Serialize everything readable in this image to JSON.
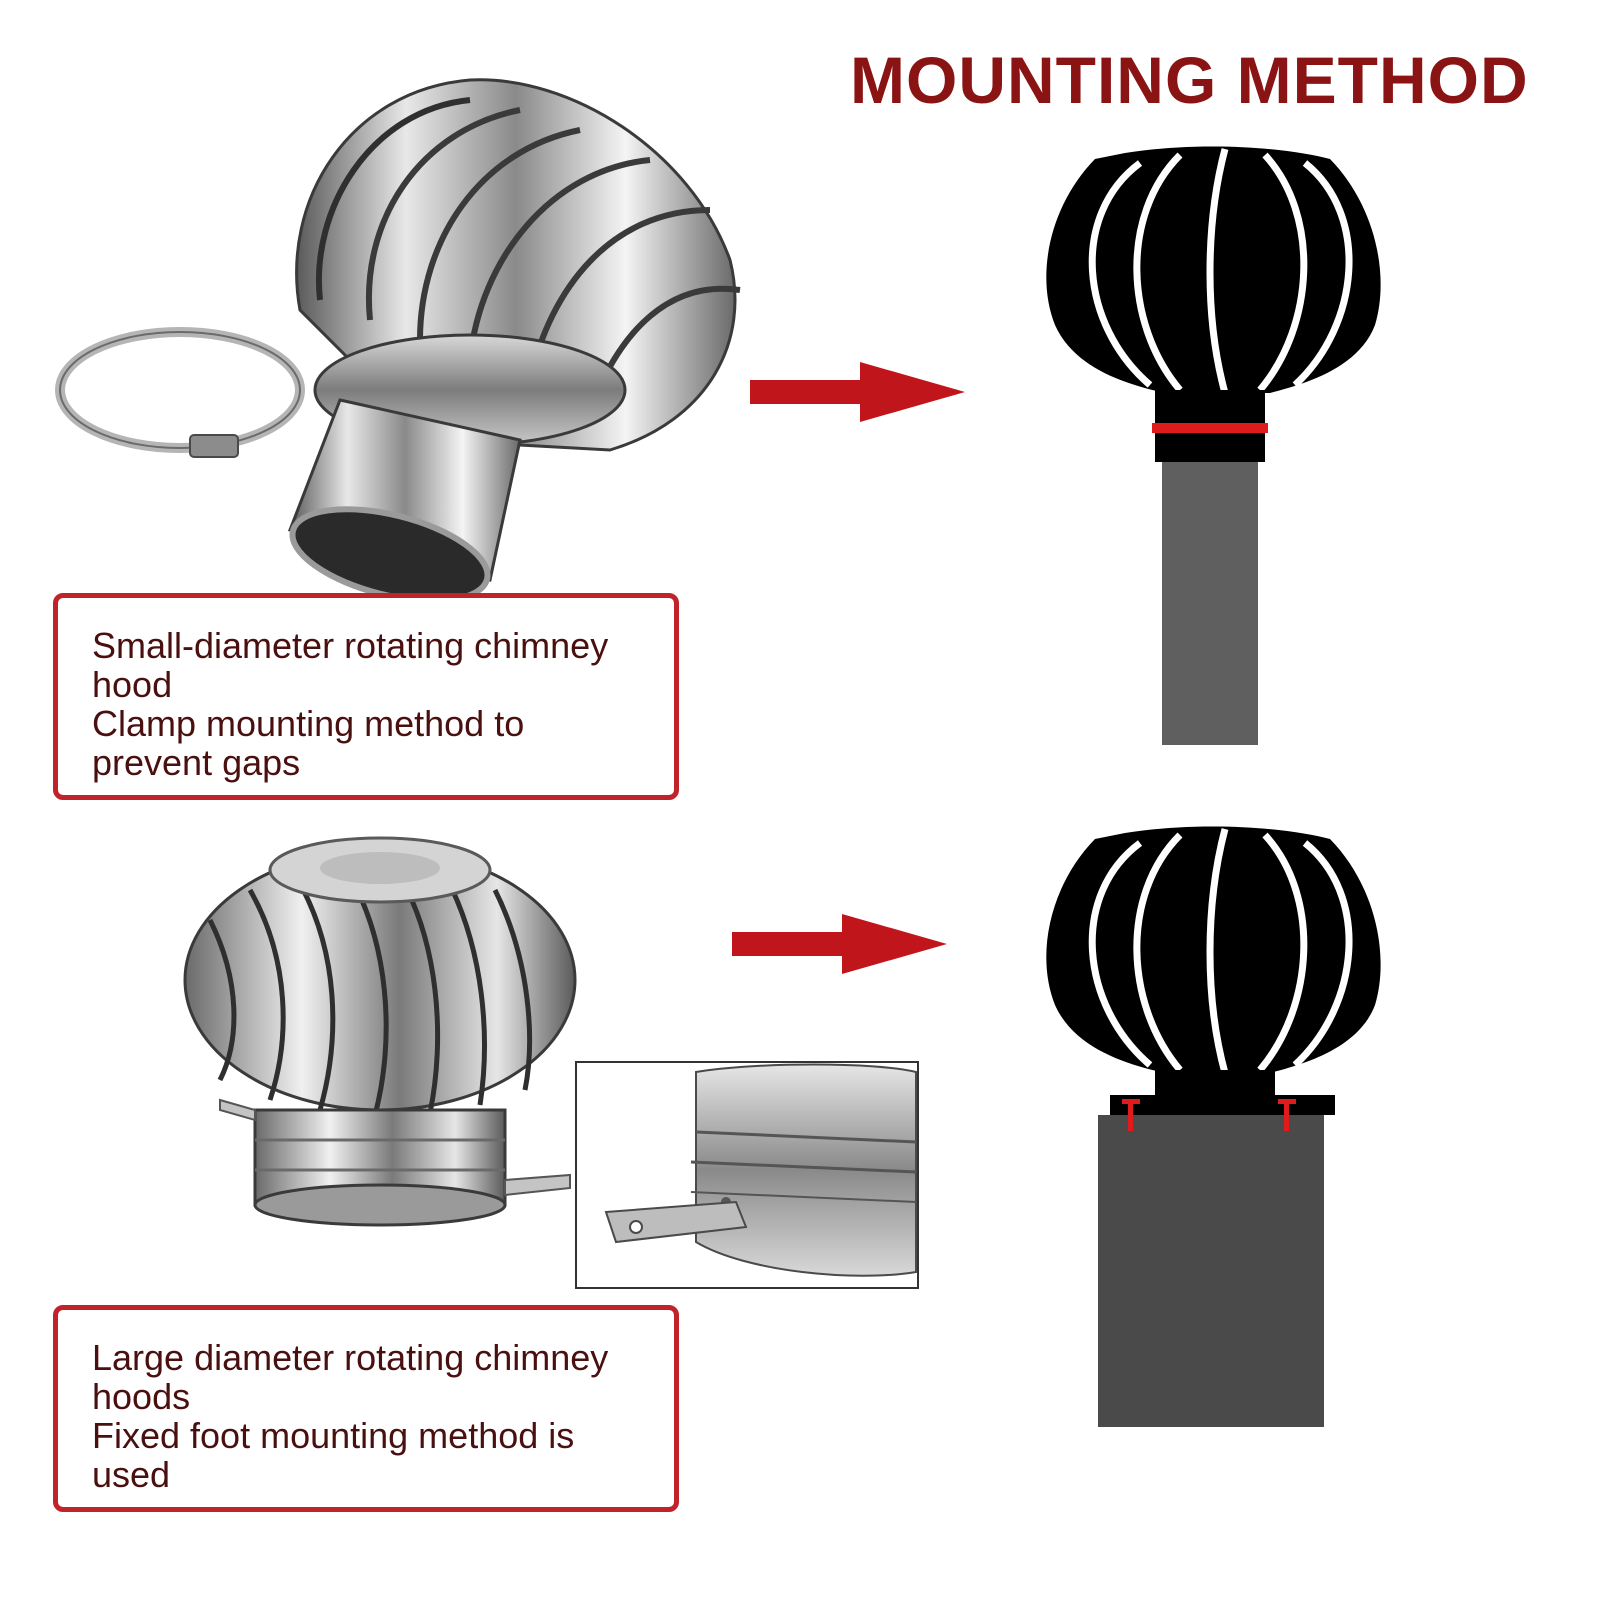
{
  "title": "MOUNTING METHOD",
  "colors": {
    "title": "#8a1414",
    "arrow": "#c0151b",
    "box_border": "#c0232a",
    "caption_text": "#4a1010",
    "diagram_body": "#000000",
    "clamp_band": "#e01b1b",
    "pipe": "#5f5f5f",
    "base_block": "#4a4a4a"
  },
  "sections": [
    {
      "product": "small-rotating-chimney-hood-with-hose-clamp",
      "caption_lines": [
        "Small-diameter rotating chimney",
        "hood",
        "Clamp mounting method to",
        "prevent gaps"
      ],
      "diagram": "clamp-mounted-on-pipe"
    },
    {
      "product": "large-rotating-turbine-ventilator-with-fixed-feet",
      "caption_lines": [
        "Large diameter rotating chimney",
        "hoods",
        "Fixed foot mounting method is",
        "used"
      ],
      "diagram": "foot-mounted-with-screws"
    }
  ]
}
